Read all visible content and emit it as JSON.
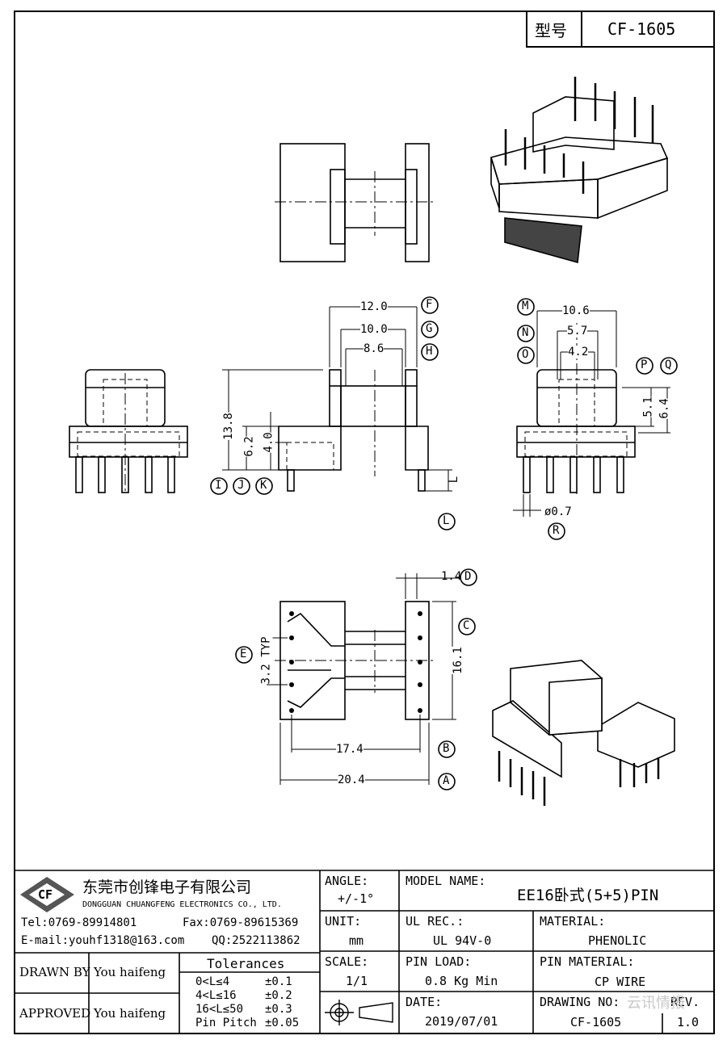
{
  "header": {
    "model_label": "型号",
    "model_value": "CF-1605"
  },
  "callouts": [
    "A",
    "B",
    "C",
    "D",
    "E",
    "F",
    "G",
    "H",
    "I",
    "J",
    "K",
    "L",
    "M",
    "N",
    "O",
    "P",
    "Q",
    "R"
  ],
  "dimensions": {
    "w12": "12.0",
    "w10": "10.0",
    "w86": "8.6",
    "h138": "13.8",
    "h62": "6.2",
    "h40": "4.0",
    "lead": "L",
    "w106": "10.6",
    "w57": "5.7",
    "w42": "4.2",
    "h51": "5.1",
    "h64": "6.4",
    "dia": "ø0.7",
    "d14": "1.4",
    "typ": "3.2 TYP",
    "h161": "16.1",
    "w174": "17.4",
    "w204": "20.4"
  },
  "title_block": {
    "company_cn": "东莞市创锋电子有限公司",
    "company_en": "DONGGUAN CHUANGFENG ELECTRONICS CO., LTD.",
    "logo": "CF",
    "tel": "Tel:0769-89914801",
    "fax": "Fax:0769-89615369",
    "email": "E-mail:youhf1318@163.com",
    "qq": "QQ:2522113862",
    "drawn_by_label": "DRAWN BY",
    "drawn_by": "You haifeng",
    "approved_label": "APPROVED",
    "approved_by": "You haifeng",
    "tolerances_label": "Tolerances",
    "tol": [
      {
        "range": "0<L≤4",
        "val": "±0.1"
      },
      {
        "range": "4<L≤16",
        "val": "±0.2"
      },
      {
        "range": "16<L≤50",
        "val": "±0.3"
      },
      {
        "range": "Pin Pitch",
        "val": "±0.05"
      }
    ],
    "angle_label": "ANGLE:",
    "angle_value": "+/-1°",
    "unit_label": "UNIT:",
    "unit_value": "mm",
    "scale_label": "SCALE:",
    "scale_value": "1/1",
    "model_name_label": "MODEL NAME:",
    "model_name_value": "EE16卧式(5+5)PIN",
    "ul_label": "UL REC.:",
    "ul_value": "UL 94V-0",
    "material_label": "MATERIAL:",
    "material_value": "PHENOLIC",
    "pin_load_label": "PIN LOAD:",
    "pin_load_value": "0.8 Kg Min",
    "pin_material_label": "PIN MATERIAL:",
    "pin_material_value": "CP WIRE",
    "date_label": "DATE:",
    "date_value": "2019/07/01",
    "drawing_no_label": "DRAWING NO:",
    "drawing_no_value": "CF-1605",
    "rev_label": "REV.",
    "rev_value": "1.0"
  },
  "watermark": "云讯情报"
}
